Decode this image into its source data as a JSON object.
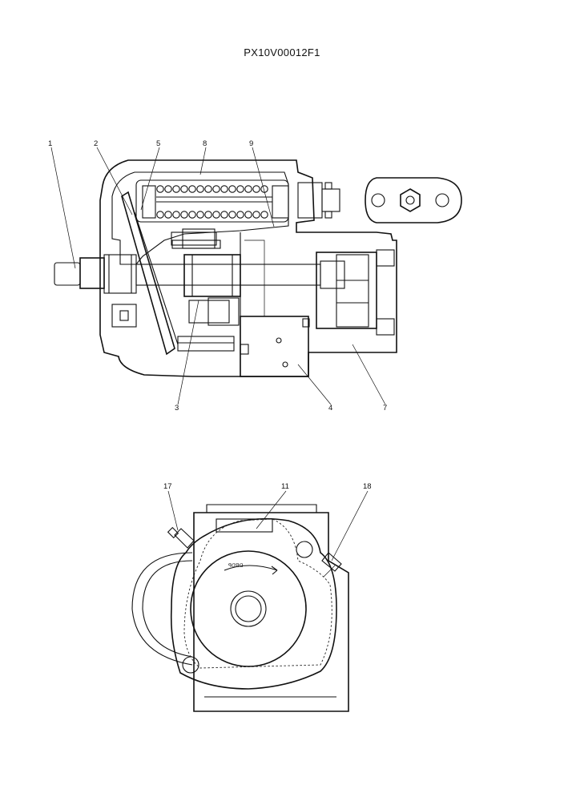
{
  "title": "PX10V00012F1",
  "side_view": {
    "callouts": [
      {
        "id": "callout-1",
        "text": "1"
      },
      {
        "id": "callout-2",
        "text": "2"
      },
      {
        "id": "callout-5",
        "text": "5"
      },
      {
        "id": "callout-8",
        "text": "8"
      },
      {
        "id": "callout-9",
        "text": "9"
      },
      {
        "id": "callout-3",
        "text": "3"
      },
      {
        "id": "callout-4",
        "text": "4"
      },
      {
        "id": "callout-7",
        "text": "7"
      }
    ]
  },
  "end_view": {
    "callouts": [
      {
        "id": "callout-17",
        "text": "17"
      },
      {
        "id": "callout-11",
        "text": "11"
      },
      {
        "id": "callout-18",
        "text": "18"
      }
    ],
    "dial_text": "ꟼꓷꓭꓷ"
  }
}
